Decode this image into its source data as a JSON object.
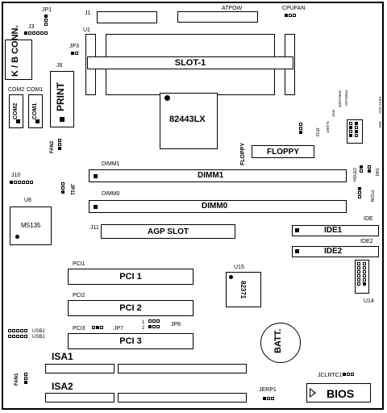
{
  "labels": {
    "jp1": "JP1",
    "j3": "J3",
    "j1": "J1",
    "atpow": "ATPOW",
    "cpufan": "CPUFAN",
    "u1": "U1",
    "jp3": "JP3",
    "slot1": "SLOT-1",
    "kb_conn": "K / B CONN.",
    "j6": "J6",
    "print": "PRINT",
    "com2": "COM2",
    "com1": "COM1",
    "com2_box": "COM2",
    "com1_box": "COM1",
    "chip_82443": "82443LX",
    "fan2": "FAN2",
    "jp10": "JP10",
    "floppy_side": "FLOPPY",
    "floppy": "FLOPPY",
    "dimm1_lbl": "DIMM1",
    "dimm1": "DIMM1",
    "dimm0_lbl": "DIMM0",
    "dimm0": "DIMM0",
    "j10": "J10",
    "jp11": "JP11",
    "u8": "U8",
    "m5135": "M5135",
    "j11": "J11",
    "agp": "AGP SLOT",
    "ide": "IDE",
    "ide1": "IDE1",
    "ide2_lbl": "IDE2",
    "ide2": "IDE2",
    "pci1_lbl": "PCI1",
    "pci1": "PCI 1",
    "u15": "U15",
    "chip_82371": "82371",
    "pci2_lbl": "PCI2",
    "pci2": "PCI 2",
    "usb2": "USB2",
    "usb1": "USB1",
    "pci3_lbl": "PCI3",
    "jp7": "JP7",
    "jp8": "JP8",
    "pin_1": "1",
    "pin_2": "2",
    "pci3": "PCI 3",
    "batt": "BATT.",
    "u14": "U14",
    "isa1": "ISA1",
    "fan1": "FAN1",
    "isa2": "ISA2",
    "jerp1": "JERP1",
    "jclrtc1": "JCLRTC1",
    "bios": "BIOS",
    "hdled": "HDLED",
    "sw1": "SW1",
    "pson": "PSON",
    "front_panel": [
      "SPEAKER",
      "RST",
      "PWRLED",
      "KEYLOCK",
      "SLEEP",
      "SMI"
    ]
  }
}
